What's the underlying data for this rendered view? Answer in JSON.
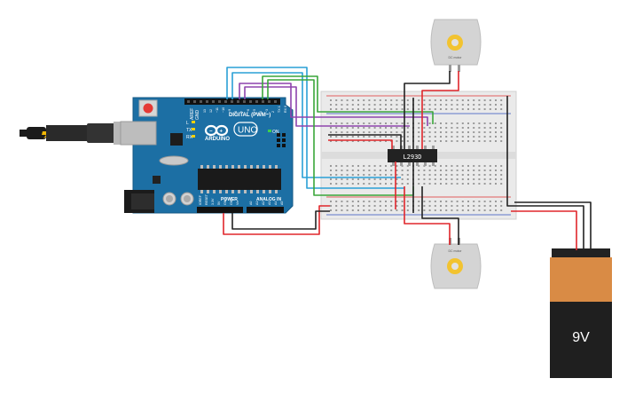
{
  "arduino": {
    "brand": "ARDUINO",
    "model": "UNO",
    "digital_label": "DIGITAL (PWM~)",
    "power_label": "POWER",
    "analog_label": "ANALOG IN",
    "on_label": "ON",
    "tx_label": "TX",
    "rx_label": "RX",
    "l_label": "L",
    "aref_label": "AREF",
    "gnd_label": "GND",
    "power_pins": [
      "IOREF",
      "RESET",
      "3.3V",
      "5V",
      "GND",
      "GND",
      "Vin"
    ],
    "analog_pins": [
      "A0",
      "A1",
      "A2",
      "A3",
      "A4",
      "A5"
    ],
    "digital_pins": [
      "13",
      "12",
      "~11",
      "~10",
      "~9",
      "8",
      "7",
      "~6",
      "~5",
      "4",
      "~3",
      "2",
      "TX 1",
      "RX 0"
    ]
  },
  "chip": {
    "label": "L293D"
  },
  "motor_top": {
    "label": "DC motor"
  },
  "motor_bottom": {
    "label": "DC motor"
  },
  "battery": {
    "label": "9V"
  },
  "colors": {
    "board": "#1c6fa4",
    "breadboard": "#eaeaea",
    "wire_red": "#e0262b",
    "wire_black": "#222222",
    "wire_blue": "#2aa0d6",
    "wire_purple": "#8e44ad",
    "wire_green": "#3aa63a",
    "battery_orange": "#d98b45"
  }
}
